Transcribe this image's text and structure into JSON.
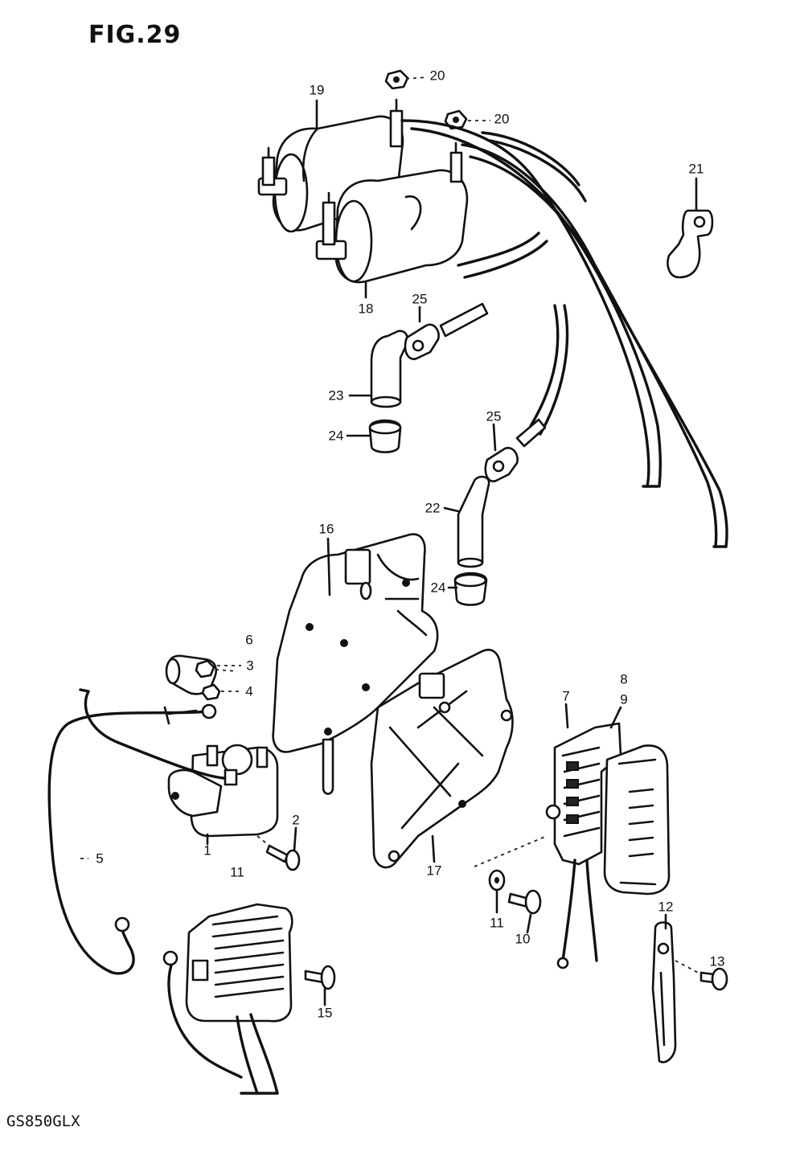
{
  "figure": {
    "title": "FIG.29",
    "model": "GS850GLX"
  },
  "callouts": {
    "c1": "1",
    "c2": "2",
    "c3": "3",
    "c4": "4",
    "c5": "5",
    "c6": "6",
    "c7": "7",
    "c8": "8",
    "c9": "9",
    "c10": "10",
    "c11": "11",
    "c11b": "11",
    "c12": "12",
    "c13": "13",
    "c15": "15",
    "c16": "16",
    "c17": "17",
    "c18": "18",
    "c19": "19",
    "c20a": "20",
    "c20b": "20",
    "c21": "21",
    "c22": "22",
    "c23": "23",
    "c24a": "24",
    "c24b": "24",
    "c25a": "25",
    "c25b": "25"
  }
}
